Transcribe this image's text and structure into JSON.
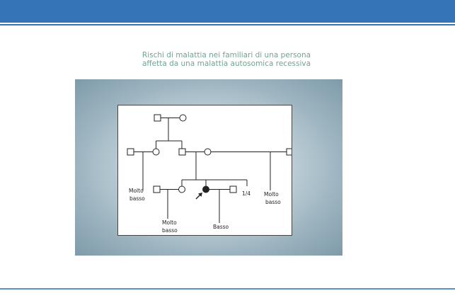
{
  "slide": {
    "title_line1": "Rischi di malattia nei familiari di una persona",
    "title_line2": "affetta da una malattia autosomica recessiva"
  },
  "pedigree": {
    "labels": {
      "left_risk_1": "Molto",
      "left_risk_2": "basso",
      "right_risk_1": "Molto",
      "right_risk_2": "basso",
      "cousin_risk_1": "Molto",
      "cousin_risk_2": "basso",
      "child_risk": "Basso",
      "sibling_risk": "1/4"
    },
    "colors": {
      "line": "#222222",
      "affected": "#222222"
    },
    "icons": [
      "male-square-icon",
      "female-circle-icon",
      "affected-female-icon",
      "proband-arrow-icon"
    ]
  }
}
